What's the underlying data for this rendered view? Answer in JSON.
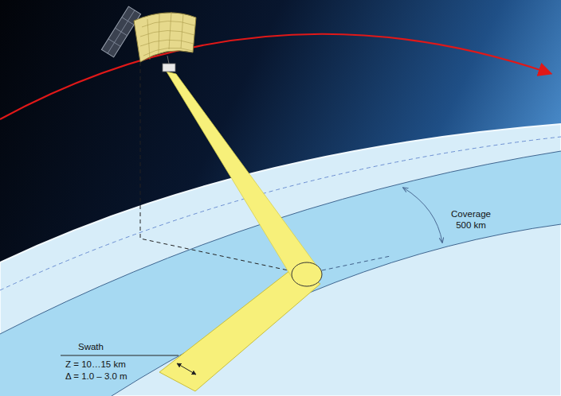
{
  "diagram": {
    "labels": [
      "Coverage 500 km",
      "Swath",
      "Z = 10…15 km",
      "Δ = 1.0 – 3.0 m"
    ]
  }
}
